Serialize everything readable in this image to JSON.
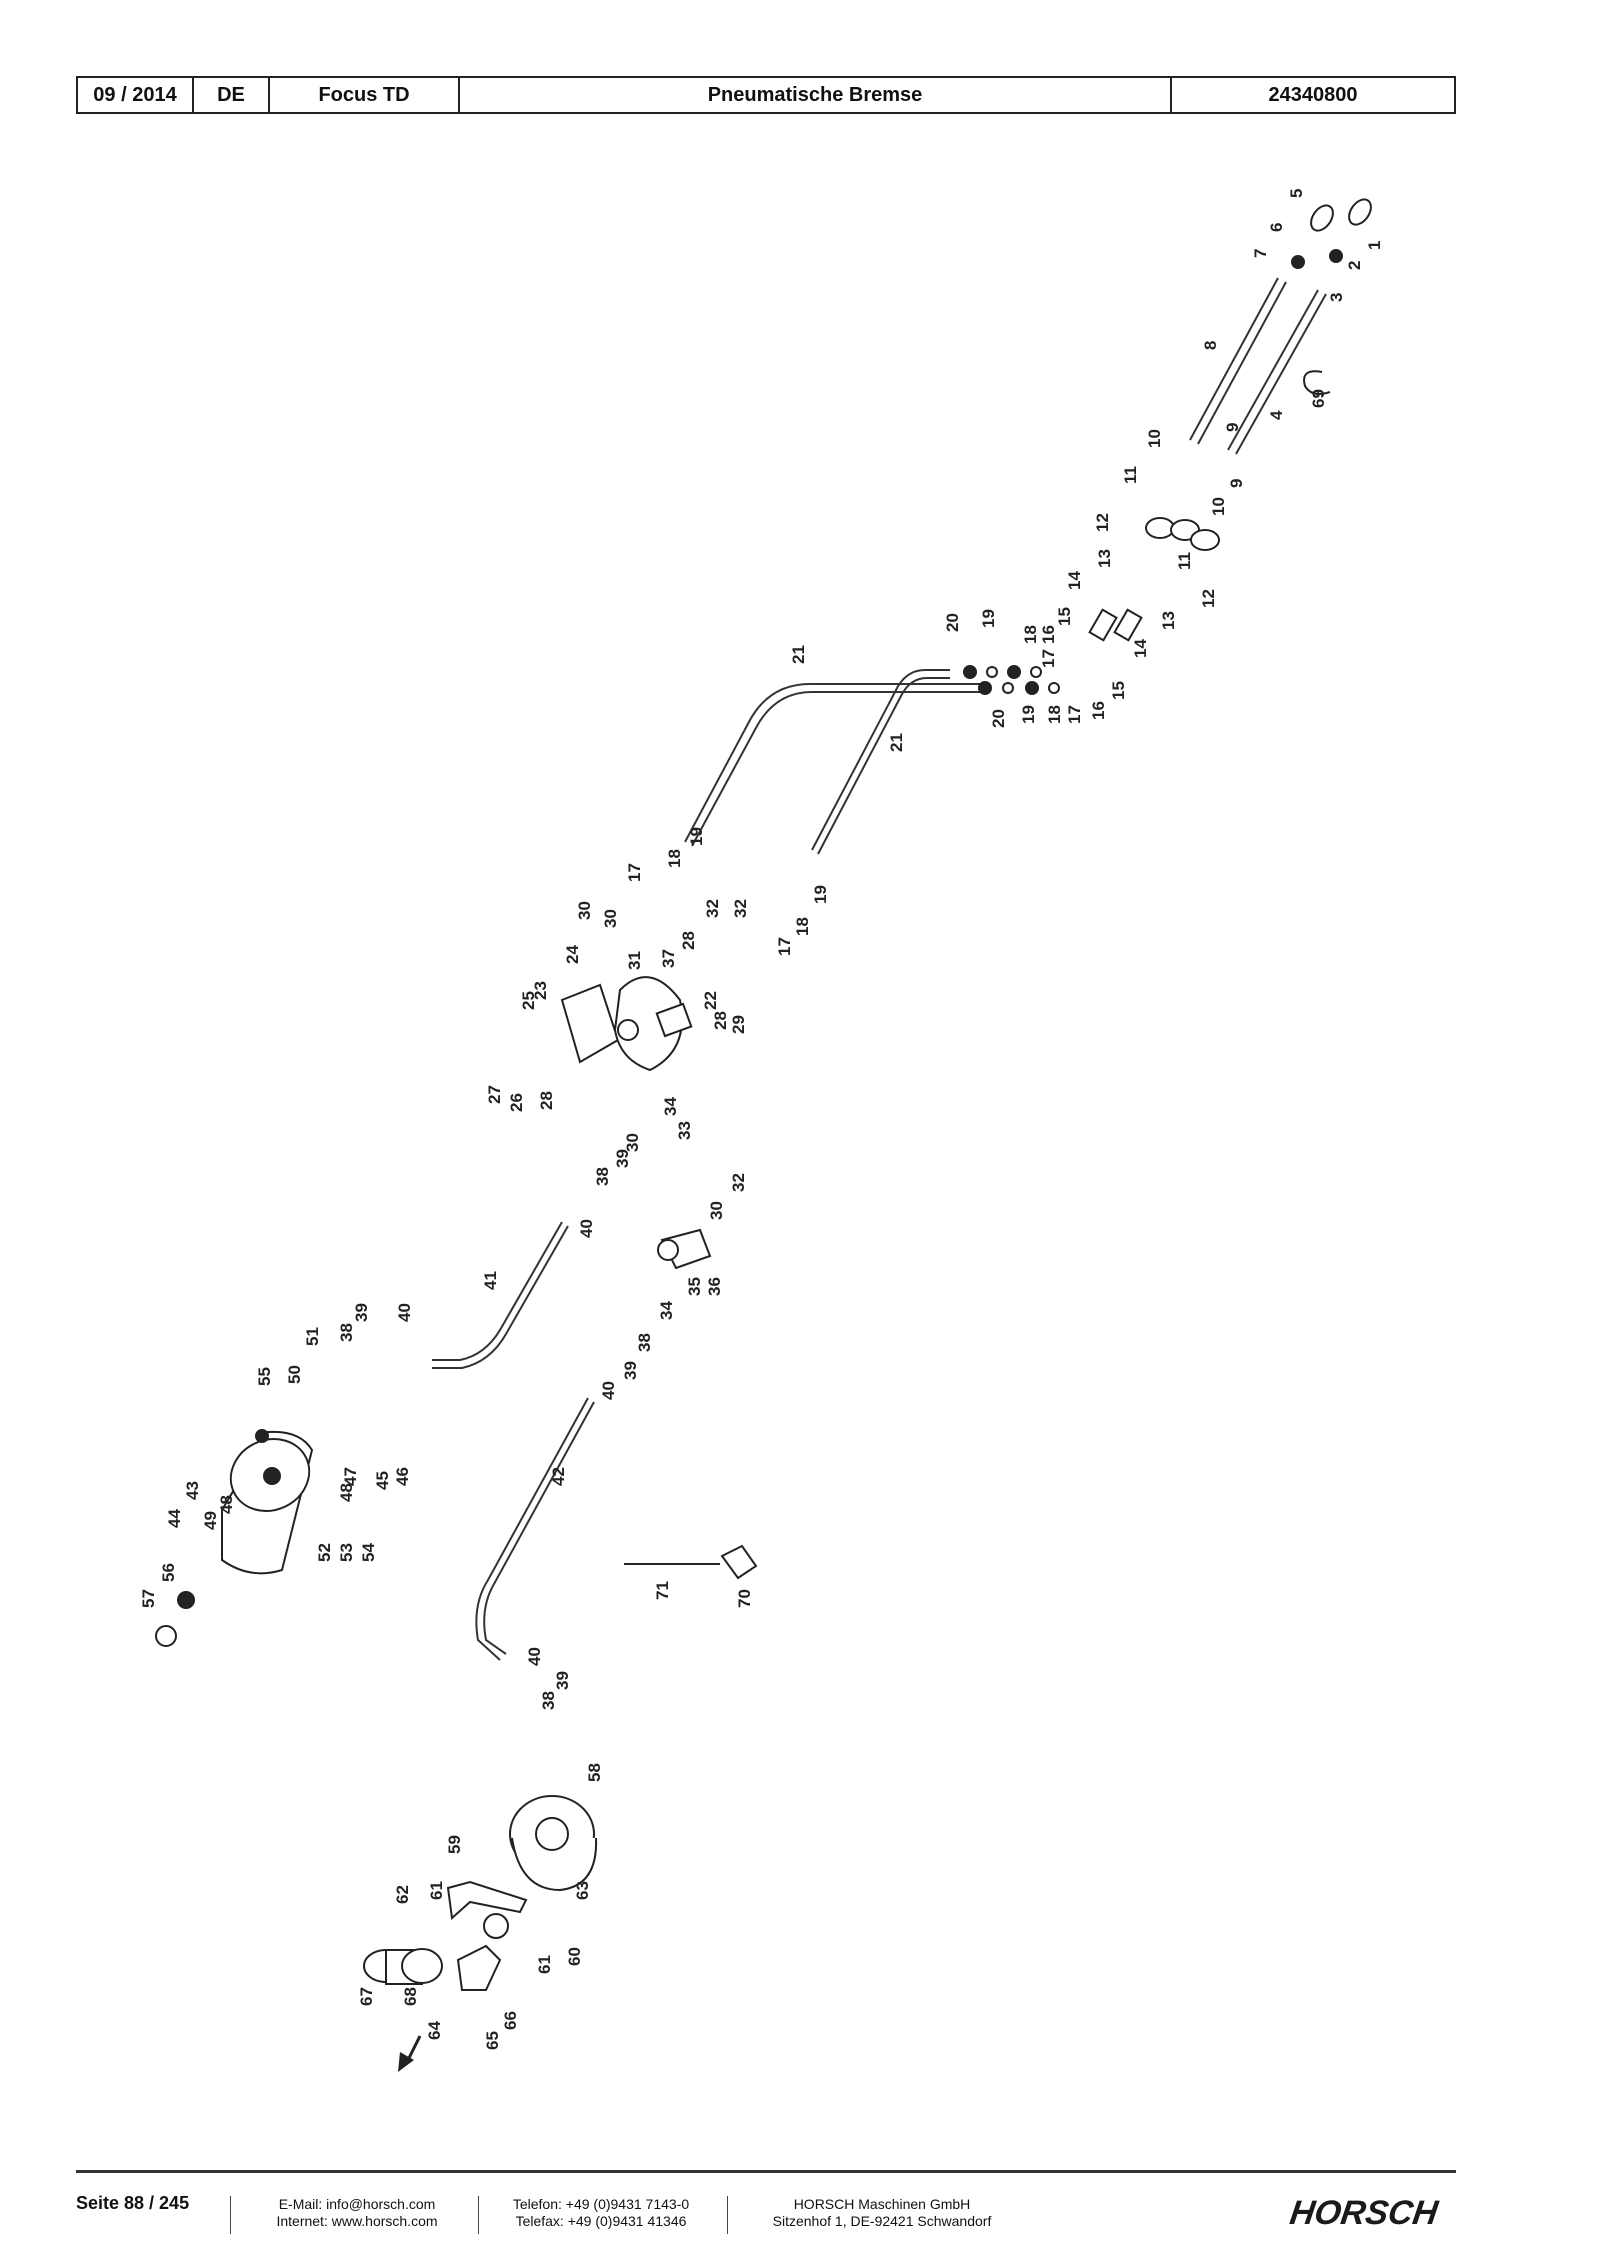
{
  "header": {
    "date": "09 / 2014",
    "lang": "DE",
    "model": "Focus TD",
    "title": "Pneumatische Bremse",
    "doc_no": "24340800"
  },
  "part_labels": [
    "1",
    "2",
    "3",
    "4",
    "5",
    "6",
    "7",
    "8",
    "9",
    "9",
    "10",
    "10",
    "11",
    "11",
    "12",
    "12",
    "13",
    "13",
    "14",
    "14",
    "15",
    "15",
    "16",
    "16",
    "17",
    "17",
    "17",
    "17",
    "18",
    "18",
    "18",
    "18",
    "19",
    "19",
    "19",
    "19",
    "20",
    "20",
    "21",
    "21",
    "22",
    "23",
    "24",
    "25",
    "26",
    "27",
    "28",
    "28",
    "28",
    "29",
    "30",
    "30",
    "30",
    "30",
    "31",
    "32",
    "32",
    "32",
    "33",
    "34",
    "34",
    "35",
    "36",
    "37",
    "38",
    "38",
    "38",
    "38",
    "39",
    "39",
    "39",
    "39",
    "40",
    "40",
    "40",
    "40",
    "41",
    "42",
    "43",
    "44",
    "45",
    "46",
    "47",
    "48",
    "48",
    "49",
    "50",
    "51",
    "52",
    "53",
    "54",
    "55",
    "56",
    "57",
    "58",
    "59",
    "60",
    "61",
    "61",
    "62",
    "63",
    "64",
    "65",
    "66",
    "67",
    "68",
    "69",
    "70",
    "71"
  ],
  "footer": {
    "page": "Seite 88 / 245",
    "email": "E-Mail: info@horsch.com",
    "web": "Internet: www.horsch.com",
    "phone": "Telefon: +49 (0)9431 7143-0",
    "fax": "Telefax: +49 (0)9431 41346",
    "company": "HORSCH Maschinen GmbH",
    "address": "Sitzenhof 1, DE-92421 Schwandorf",
    "logo_text": "HORSCH"
  }
}
